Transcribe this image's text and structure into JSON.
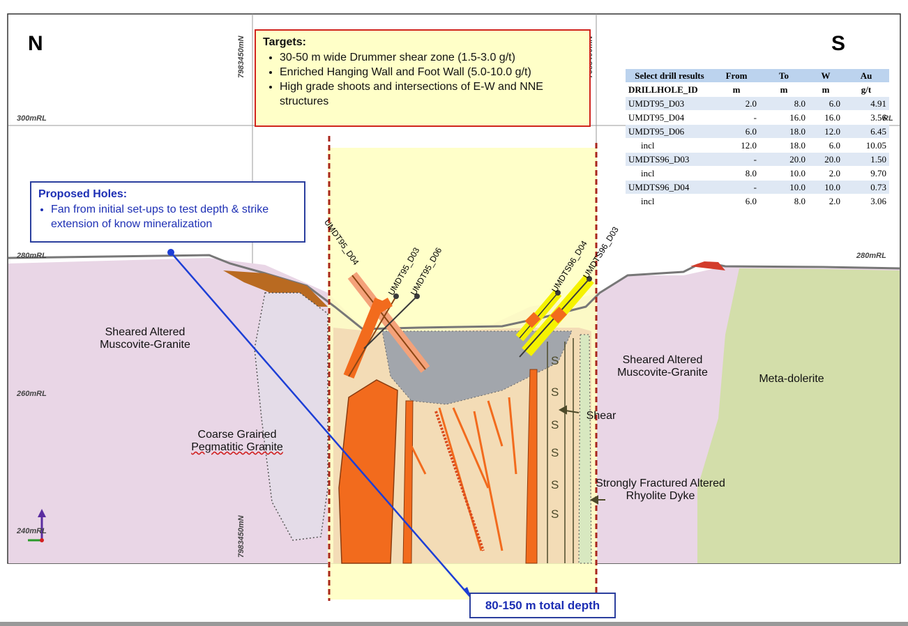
{
  "compass": {
    "north": "N",
    "south": "S"
  },
  "rl_labels": {
    "rl300": "300mRL",
    "rl280_left": "280mRL",
    "rl280_right": "280mRL",
    "rl260": "260mRL",
    "rl240": "240mRL",
    "rl_top_right": "RL"
  },
  "northing_labels": {
    "top_left": "7983450mN",
    "top_right": "7983400mN",
    "bottom": "7983450mN"
  },
  "targets": {
    "title": "Targets:",
    "items": [
      "30-50 m wide Drummer shear zone (1.5-3.0 g/t)",
      "Enriched Hanging Wall and Foot Wall (5.0-10.0 g/t)",
      "High grade shoots and intersections of E-W and NNE structures"
    ]
  },
  "proposed": {
    "title": "Proposed Holes:",
    "items": [
      "Fan from initial set-ups to test depth & strike extension of know mineralization"
    ]
  },
  "depth_label": "80-150 m total depth",
  "results": {
    "header": [
      "Select drill results",
      "From",
      "To",
      "W",
      "Au"
    ],
    "units": [
      "DRILLHOLE_ID",
      "m",
      "m",
      "m",
      "g/t"
    ],
    "rows": [
      [
        "UMDT95_D03",
        "2.0",
        "8.0",
        "6.0",
        "4.91"
      ],
      [
        "UMDT95_D04",
        "-",
        "16.0",
        "16.0",
        "3.56"
      ],
      [
        "UMDT95_D06",
        "6.0",
        "18.0",
        "12.0",
        "6.45"
      ],
      [
        "incl",
        "12.0",
        "18.0",
        "6.0",
        "10.05"
      ],
      [
        "UMDTS96_D03",
        "-",
        "20.0",
        "20.0",
        "1.50"
      ],
      [
        "incl",
        "8.0",
        "10.0",
        "2.0",
        "9.70"
      ],
      [
        "UMDTS96_D04",
        "-",
        "10.0",
        "10.0",
        "0.73"
      ],
      [
        "incl",
        "6.0",
        "8.0",
        "2.0",
        "3.06"
      ]
    ]
  },
  "geology": {
    "sheared_left": [
      "Sheared Altered",
      "Muscovite-Granite"
    ],
    "sheared_right": [
      "Sheared Altered",
      "Muscovite-Granite"
    ],
    "pegmatitic": [
      "Coarse Grained",
      "Pegmatitic Granite"
    ],
    "meta_dolerite": "Meta-dolerite",
    "shear": "Shear",
    "rhyolite": [
      "Strongly Fractured Altered",
      "Rhyolite Dyke"
    ],
    "s_marker": "S"
  },
  "holes": {
    "d04": "UMDT95_D04",
    "d03": "UMDT95_D03",
    "d06": "UMDT95_D06",
    "s96_d04": "UMDTS96_D04",
    "s96_d03": "UMDTS96_D03"
  },
  "colors": {
    "granite": "#e9d6e6",
    "dolerite": "#d3deaa",
    "orange": "#f26b1d",
    "yellow_zone": "#ffffc0",
    "shear_zone": "#f3dcb6",
    "grey": "#a2a6ac",
    "red_line": "#a8261c",
    "blue": "#1d3fd6"
  }
}
